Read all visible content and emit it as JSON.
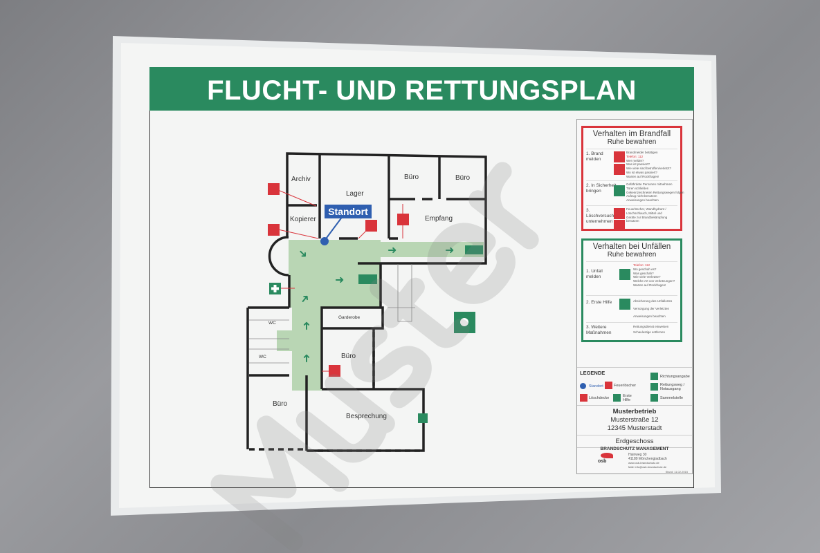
{
  "title": "FLUCHT- UND RETTUNGSPLAN",
  "watermark": "Muster",
  "rooms": {
    "archiv": "Archiv",
    "lager": "Lager",
    "buero1": "Büro",
    "buero2": "Büro",
    "kopierer": "Kopierer",
    "empfang": "Empfang",
    "garderobe": "Garderobe",
    "wc1": "WC",
    "wc2": "WC",
    "buero3": "Büro",
    "buero4": "Büro",
    "besprechung": "Besprechung"
  },
  "standort": "Standort",
  "brandfall": {
    "title": "Verhalten im Brandfall",
    "subtitle": "Ruhe bewahren",
    "steps": [
      {
        "label": "1. Brand melden",
        "lines": [
          "Brandmelder betätigen",
          "Telefon: 112",
          "Wer meldet?",
          "Was ist passiert?",
          "Wie viele sind betroffen/verletzt?",
          "Wo ist etwas passiert?",
          "Warten auf Rückfragen!"
        ]
      },
      {
        "label": "2. In Sicherheit bringen",
        "lines": [
          "Gefährdete Personen mitnehmen",
          "Türen schließen",
          "Gekennzeichneten Rettungswegen folgen",
          "Aufzug nicht benutzen",
          "Anweisungen beachten"
        ]
      },
      {
        "label": "3. Löschversuch unternehmen",
        "lines": [
          "Feuerlöscher, Wandhydrant /",
          "Löschschlauch, Mittel und",
          "Geräte zur Brandbekämpfung",
          "benutzen"
        ]
      }
    ]
  },
  "unfaelle": {
    "title": "Verhalten bei Unfällen",
    "subtitle": "Ruhe bewahren",
    "steps": [
      {
        "label": "1. Unfall melden",
        "lines": [
          "Telefon: 112",
          "Wo geschah es?",
          "Was geschah?",
          "Wie viele Verletzte?",
          "Welche Art von Verletzungen?",
          "Warten auf Rückfragen!"
        ]
      },
      {
        "label": "2. Erste Hilfe",
        "lines": [
          "Absicherung des Unfallortes",
          "Versorgung der Verletzten",
          "Anweisungen beachten"
        ]
      },
      {
        "label": "3. Weitere Maßnahmen",
        "lines": [
          "Rettungsdienst einweisen",
          "Schaulustige entfernen"
        ]
      }
    ]
  },
  "legend": {
    "title": "LEGENDE",
    "items": [
      "Standort",
      "Feuerlöscher",
      "Löschdecke",
      "Erste Hilfe",
      "Richtungsangabe",
      "Rettungsweg / Notausgang",
      "Sammelstelle"
    ]
  },
  "company": {
    "name": "Musterbetrieb",
    "street": "Musterstraße 12",
    "city": "12345 Musterstadt",
    "floor": "Erdgeschoss"
  },
  "vendor": {
    "name": "BRANDSCHUTZ MANAGEMENT",
    "logo": "osb",
    "street": "Hainweg 30",
    "city": "41189 Mönchengladbach",
    "web": "www.osb-brandschutz.de",
    "mail": "Mail: info@osb-brandschutz.de",
    "date": "Stand: 11.02.2015"
  },
  "colors": {
    "green": "#2a8a5f",
    "red": "#d9343b",
    "blue": "#2f5fb0",
    "route": "#b9d6b4"
  }
}
